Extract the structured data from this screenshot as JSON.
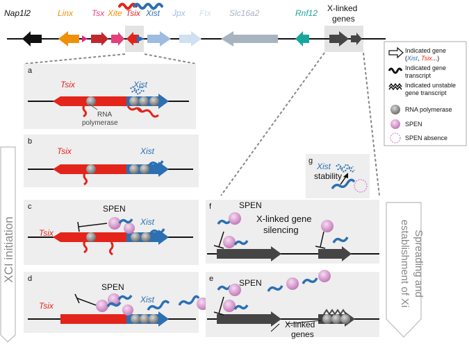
{
  "locus": {
    "genes": {
      "nap1l2": "Nap1l2",
      "linx": "Linx",
      "tsx": "Tsx",
      "xite": "Xite",
      "tsix": "Tsix",
      "xist": "Xist",
      "jpx": "Jpx",
      "ftx": "Ftx",
      "slc16a2": "Slc16a2",
      "rnf12": "Rnf12"
    },
    "xlinked_line1": "X-linked",
    "xlinked_line2": "genes"
  },
  "panels": {
    "a": {
      "letter": "a",
      "tsix": "Tsix",
      "xist": "Xist",
      "rnap_line1": "RNA",
      "rnap_line2": "polymerase"
    },
    "b": {
      "letter": "b",
      "tsix": "Tsix",
      "xist": "Xist"
    },
    "c": {
      "letter": "c",
      "tsix": "Tsix",
      "xist": "Xist",
      "spen": "SPEN"
    },
    "d": {
      "letter": "d",
      "tsix": "Tsix",
      "xist": "Xist",
      "spen": "SPEN"
    },
    "e": {
      "letter": "e",
      "spen": "SPEN",
      "genes_line1": "X-linked",
      "genes_line2": "genes"
    },
    "f": {
      "letter": "f",
      "spen": "SPEN",
      "silencing_line1": "X-linked gene",
      "silencing_line2": "silencing"
    },
    "g": {
      "letter": "g",
      "xist": "Xist",
      "stability": "stability"
    }
  },
  "side_labels": {
    "left": "XCI initiation",
    "right_line1": "Spreading and",
    "right_line2": "establishment of Xi"
  },
  "legend": {
    "indicated_gene_prefix": "Indicated gene",
    "indicated_gene_open": "(",
    "indicated_gene_xist": "Xist",
    "indicated_gene_sep": ", ",
    "indicated_gene_tsix": "Tsix",
    "indicated_gene_suffix": "...)",
    "transcript_line1": "Indicated gene",
    "transcript_line2": "transcript",
    "unstable_line1": "Indicated unstable",
    "unstable_line2": "gene transcript",
    "rnap": "RNA polymerase",
    "spen": "SPEN",
    "spen_absence": "SPEN absence"
  },
  "colors": {
    "tsix_red": "#e3241b",
    "xist_blue": "#2c6fb2",
    "spen_pink": "#e6a6dc",
    "gene_dark": "#454545",
    "linx_orange": "#f0900a",
    "tsx_pink": "#e4407a",
    "jpx_light": "#9dbce0",
    "ftx_light": "#cfe0f0",
    "slc_gray": "#a7b4c0",
    "rnf12_teal": "#1aa79b",
    "panel_bg": "#eeeeee"
  }
}
